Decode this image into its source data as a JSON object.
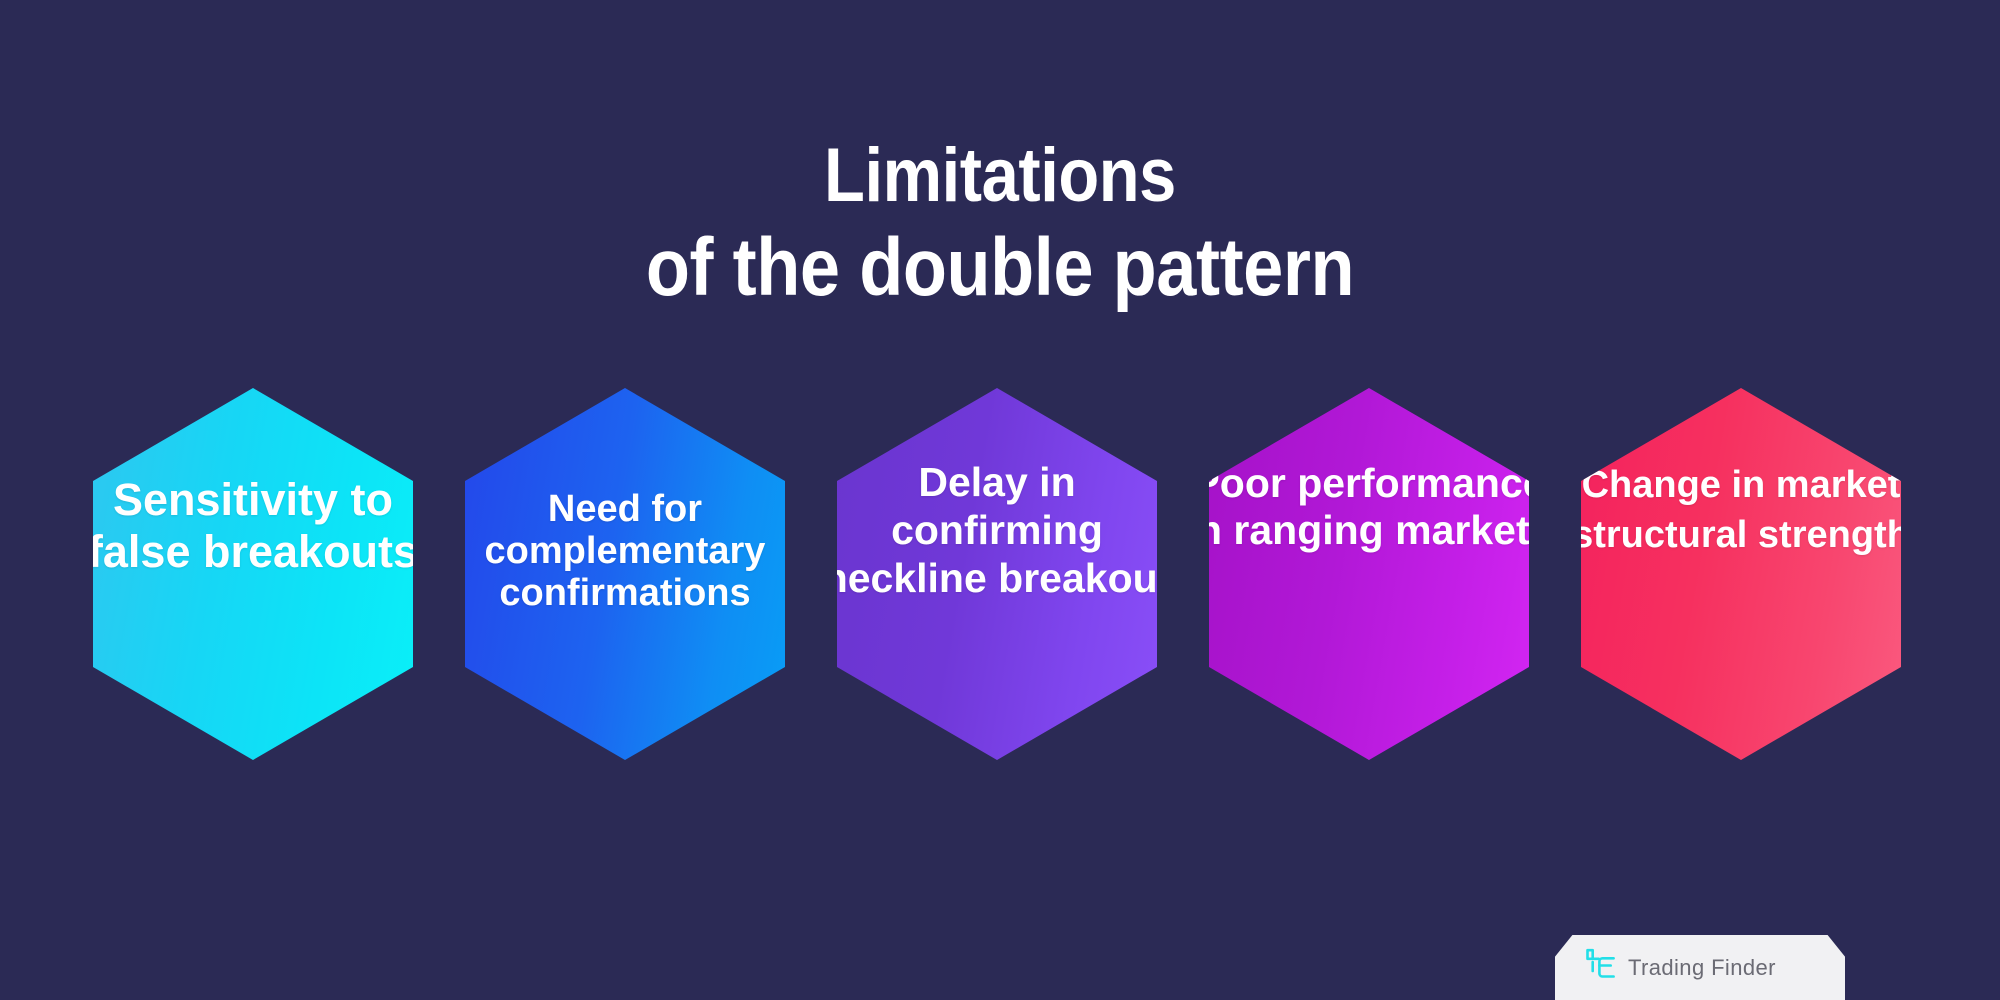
{
  "background_color": "#2b2a55",
  "title": {
    "line1": "Limitations",
    "line2": "of the double pattern",
    "color": "#ffffff"
  },
  "hexagons": [
    {
      "index": 1,
      "text": "Sensitivity to false breakouts",
      "gradient_from": "#2ec7f0",
      "gradient_to": "#0af0f8",
      "text_color": "#ffffff"
    },
    {
      "index": 2,
      "text": "Need for complementary confirmations",
      "gradient_from": "#2447ea",
      "gradient_to": "#089ef6",
      "text_color": "#ffffff"
    },
    {
      "index": 3,
      "text": "Delay in confirming neckline breakout",
      "gradient_from": "#6a35cf",
      "gradient_to": "#8a4ff8",
      "text_color": "#ffffff"
    },
    {
      "index": 4,
      "text": "Poor performance in ranging markets",
      "gradient_from": "#a512c8",
      "gradient_to": "#d426f3",
      "text_color": "#ffffff"
    },
    {
      "index": 5,
      "text": "Change in market structural strength",
      "gradient_from": "#f4225e",
      "gradient_to": "#fa5a7f",
      "text_color": "#ffffff"
    }
  ],
  "logo": {
    "brand": "Trading Finder",
    "mark_icon": "trading-finder-logo-icon",
    "mark_color": "#22dfe8",
    "text_color": "#6b6b74",
    "banner_color": "#f1f1f3"
  }
}
